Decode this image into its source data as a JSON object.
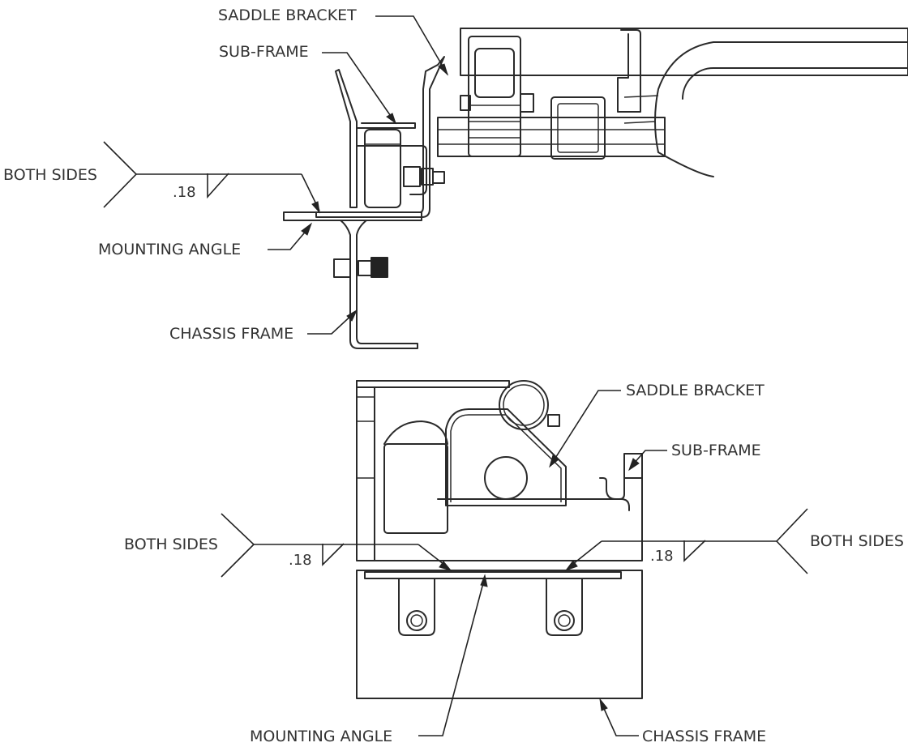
{
  "top_view": {
    "labels": {
      "saddle_bracket": "SADDLE BRACKET",
      "sub_frame": "SUB-FRAME",
      "both_sides": "BOTH SIDES",
      "mounting_angle": "MOUNTING ANGLE",
      "chassis_frame": "CHASSIS FRAME"
    },
    "weld_size": ".18"
  },
  "bottom_view": {
    "labels": {
      "saddle_bracket": "SADDLE BRACKET",
      "sub_frame": "SUB-FRAME",
      "both_sides_left": "BOTH SIDES",
      "both_sides_right": "BOTH SIDES",
      "mounting_angle": "MOUNTING ANGLE",
      "chassis_frame": "CHASSIS FRAME"
    },
    "weld_size_left": ".18",
    "weld_size_right": ".18"
  },
  "colors": {
    "line": "#2a2a2a",
    "text": "#333333",
    "background": "#ffffff"
  }
}
